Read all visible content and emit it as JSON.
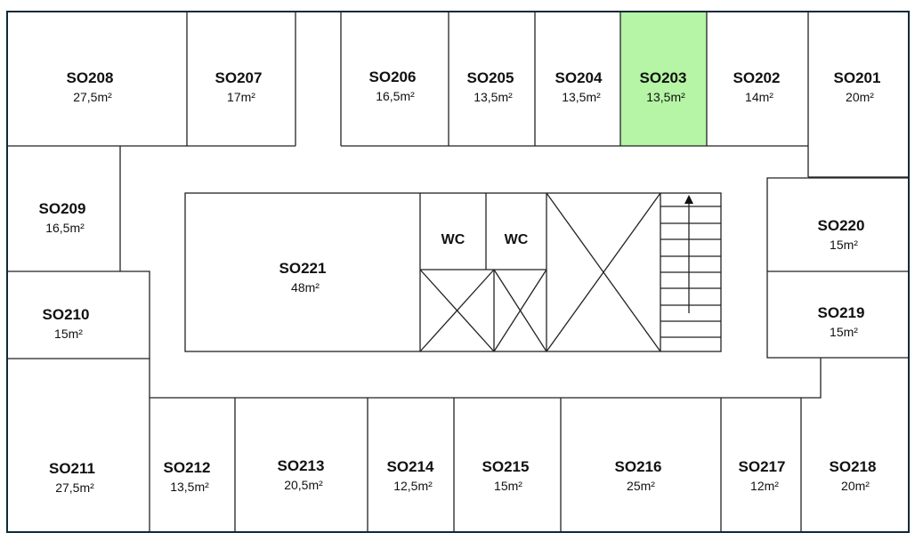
{
  "colors": {
    "highlight": "#b5f5a5",
    "wall": "#222222",
    "outer_wall": "#0d2a38"
  },
  "highlighted_room": "SO203",
  "rooms": {
    "SO208": {
      "name": "SO208",
      "area": "27,5m²"
    },
    "SO207": {
      "name": "SO207",
      "area": "17m²"
    },
    "SO206": {
      "name": "SO206",
      "area": "16,5m²"
    },
    "SO205": {
      "name": "SO205",
      "area": "13,5m²"
    },
    "SO204": {
      "name": "SO204",
      "area": "13,5m²"
    },
    "SO203": {
      "name": "SO203",
      "area": "13,5m²"
    },
    "SO202": {
      "name": "SO202",
      "area": "14m²"
    },
    "SO201": {
      "name": "SO201",
      "area": "20m²"
    },
    "SO209": {
      "name": "SO209",
      "area": "16,5m²"
    },
    "SO210": {
      "name": "SO210",
      "area": "15m²"
    },
    "SO211": {
      "name": "SO211",
      "area": "27,5m²"
    },
    "SO212": {
      "name": "SO212",
      "area": "13,5m²"
    },
    "SO213": {
      "name": "SO213",
      "area": "20,5m²"
    },
    "SO214": {
      "name": "SO214",
      "area": "12,5m²"
    },
    "SO215": {
      "name": "SO215",
      "area": "15m²"
    },
    "SO216": {
      "name": "SO216",
      "area": "25m²"
    },
    "SO217": {
      "name": "SO217",
      "area": "12m²"
    },
    "SO218": {
      "name": "SO218",
      "area": "20m²"
    },
    "SO219": {
      "name": "SO219",
      "area": "15m²"
    },
    "SO220": {
      "name": "SO220",
      "area": "15m²"
    },
    "SO221": {
      "name": "SO221",
      "area": "48m²"
    }
  },
  "wc": [
    "WC",
    "WC"
  ]
}
